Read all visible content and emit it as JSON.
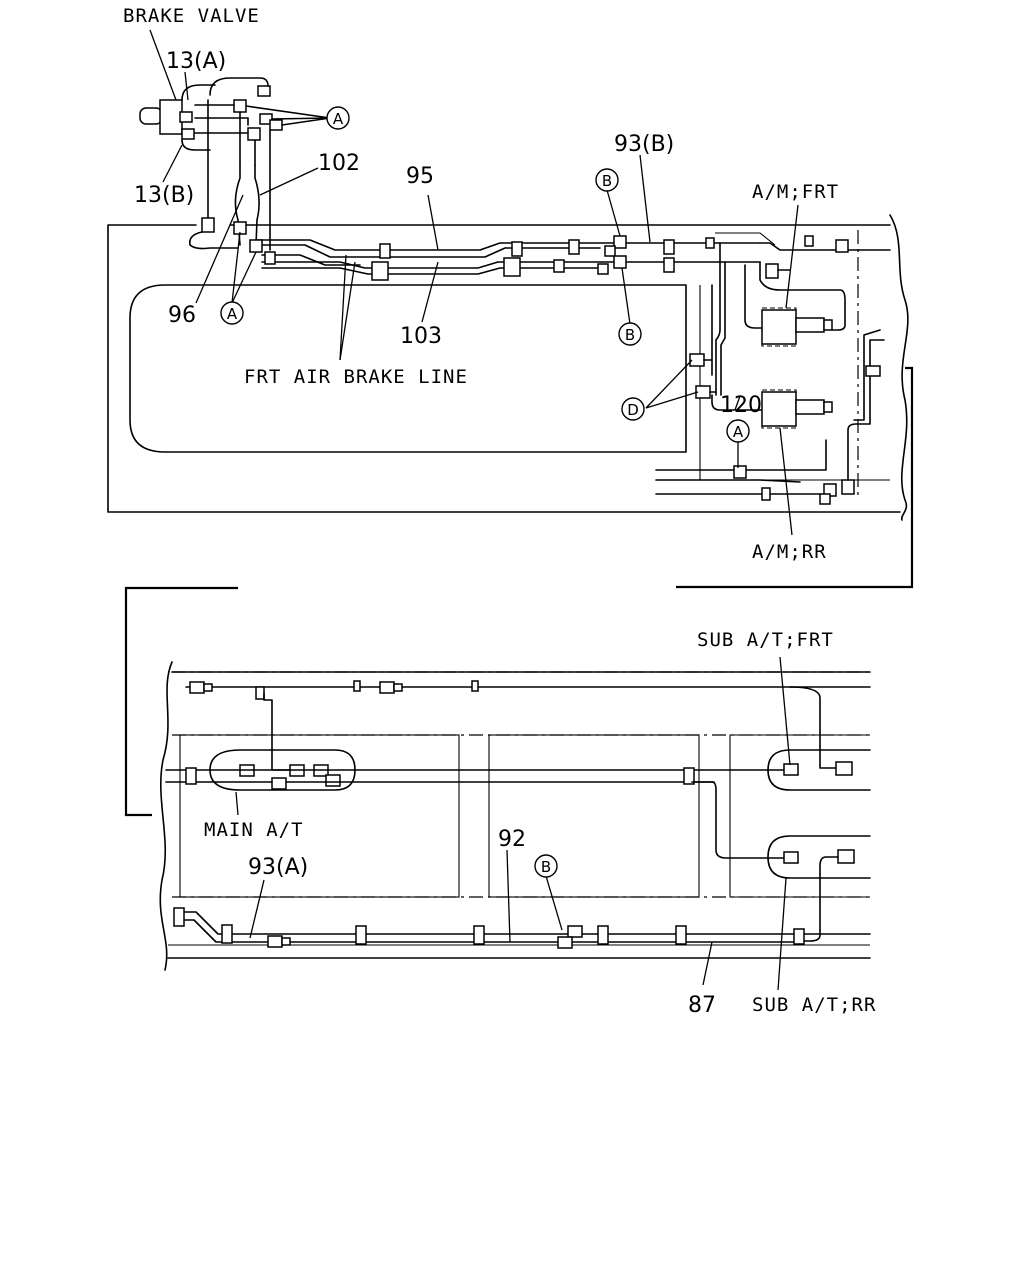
{
  "labels": {
    "brake_valve": "BRAKE VALVE",
    "p13a": "13(A)",
    "p13b": "13(B)",
    "p102": "102",
    "p95": "95",
    "p93b": "93(B)",
    "am_frt": "A/M;FRT",
    "p96": "96",
    "p103": "103",
    "frt_air_brake_line": "FRT AIR BRAKE LINE",
    "p120": "120",
    "am_rr": "A/M;RR",
    "sub_at_frt": "SUB A/T;FRT",
    "main_at": "MAIN A/T",
    "p92": "92",
    "p93a": "93(A)",
    "p87": "87",
    "sub_at_rr": "SUB A/T;RR"
  },
  "callouts": {
    "a": "A",
    "b": "B",
    "d": "D"
  }
}
